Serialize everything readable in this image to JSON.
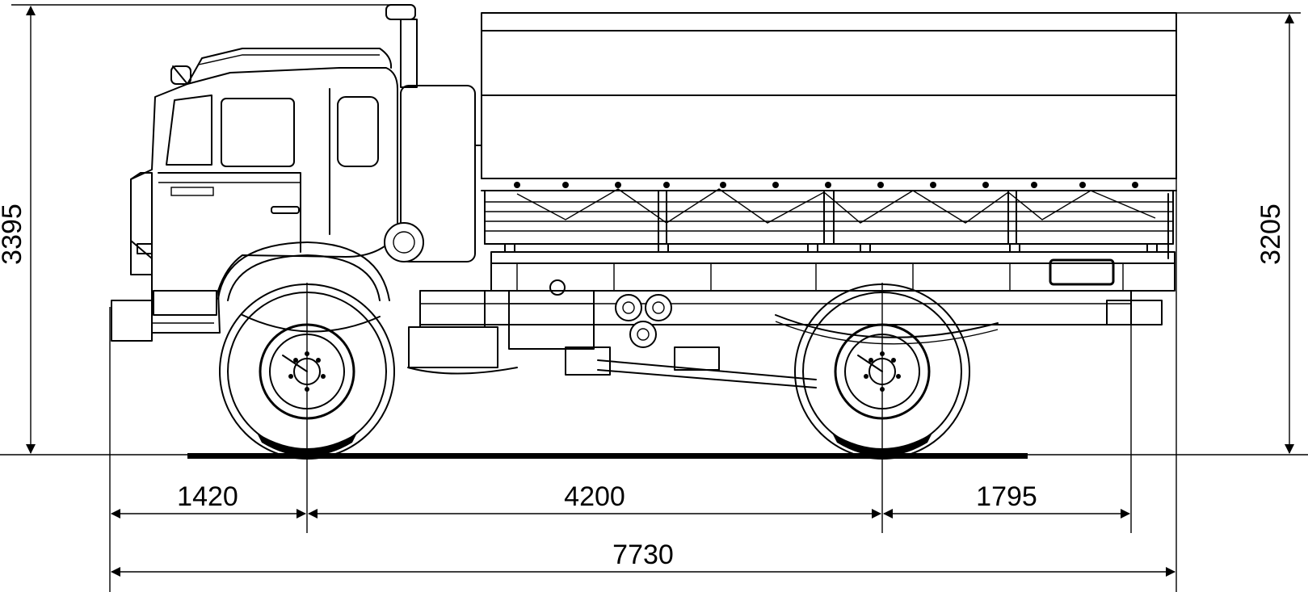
{
  "dimensions": {
    "overall_height": "3395",
    "platform_height": "3205",
    "front_overhang": "1420",
    "wheelbase": "4200",
    "rear_overhang": "1795",
    "overall_length": "7730"
  },
  "colors": {
    "line": "#000000",
    "background": "#ffffff"
  }
}
